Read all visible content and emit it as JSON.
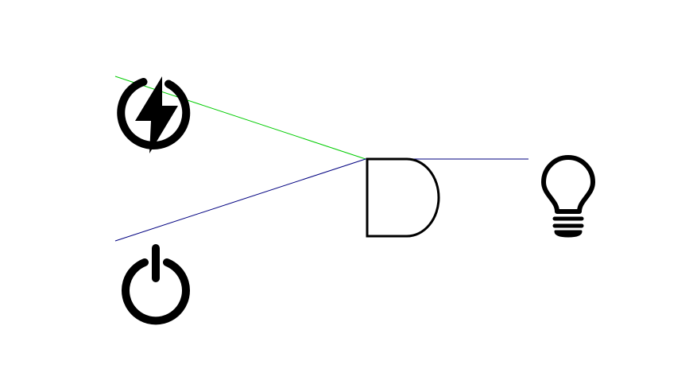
{
  "diagram": {
    "kind": "logic-circuit",
    "components": [
      {
        "id": "power-source",
        "icon": "lightning-bolt-icon",
        "role": "input"
      },
      {
        "id": "power-switch",
        "icon": "power-icon",
        "role": "input"
      },
      {
        "id": "and-gate",
        "icon": "and-gate-icon",
        "role": "gate"
      },
      {
        "id": "bulb",
        "icon": "light-bulb-icon",
        "role": "output"
      }
    ],
    "wires": [
      {
        "from": "power-source",
        "to": "and-gate",
        "color": "#00cc00"
      },
      {
        "from": "power-switch",
        "to": "and-gate",
        "color": "#000080"
      },
      {
        "from": "and-gate",
        "to": "bulb",
        "color": "#000080"
      }
    ]
  }
}
